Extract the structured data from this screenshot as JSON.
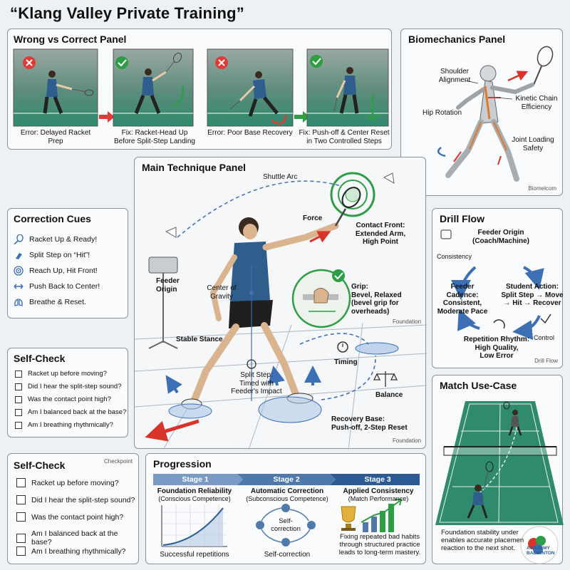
{
  "title": "“Klang Valley Private Training”",
  "wrong_correct": {
    "title": "Wrong vs Correct Panel",
    "captions": [
      "Error: Delayed Racket Prep",
      "Fix: Racket-Head Up\nBefore Split-Step Landing",
      "Error: Poor Base Recovery",
      "Fix: Push-off & Center Reset\nin Two Controlled Steps"
    ],
    "statuses": [
      "wrong",
      "correct",
      "wrong",
      "correct"
    ]
  },
  "biomechanics": {
    "title": "Biomechanics Panel",
    "labels": {
      "shoulder": "Shoulder\nAlignment",
      "kinetic": "Kinetic Chain\nEfficiency",
      "hip": "Hip Rotation",
      "joint": "Joint Loading\nSafety"
    },
    "watermark": "Biomelcom"
  },
  "main": {
    "title": "Main Technique Panel",
    "labels": {
      "shuttle_arc": "Shuttle Arc",
      "force": "Force",
      "contact": "Contact Front:\nExtended Arm,\nHigh Point",
      "feeder": "Feeder\nOrigin",
      "cog": "Center of\nGravity",
      "grip": "Grip:\nBevel, Relaxed\n(bevel grip for\noverheads)",
      "stable": "Stable Stance",
      "timing": "Timing",
      "split": "Split Step:\nTimed with\nFeeder's Impact",
      "balance": "Balance",
      "recovery": "Recovery Base:\nPush-off, 2-Step Reset"
    },
    "tag_foundation_1": "Foundation",
    "tag_foundation_2": "Foundation"
  },
  "cues": {
    "title": "Correction Cues",
    "items": [
      {
        "icon": "racket-icon",
        "text": "Racket Up & Ready!"
      },
      {
        "icon": "footprint-icon",
        "text": "Split Step on “Hit”!"
      },
      {
        "icon": "target-icon",
        "text": "Reach Up, Hit Front!"
      },
      {
        "icon": "double-arrow-icon",
        "text": "Push Back to Center!"
      },
      {
        "icon": "lungs-icon",
        "text": "Breathe & Reset."
      }
    ]
  },
  "selfcheck1": {
    "title": "Self-Check",
    "items": [
      "Racket up before moving?",
      "Did I hear the split-step sound?",
      "Was the contact point high?",
      "Am I balanced back at the base?",
      "Am I breathing rhythmically?"
    ]
  },
  "selfcheck2": {
    "title": "Self-Check",
    "tag": "Checkpoint",
    "items": [
      "Racket up before moving?",
      "Did I hear the split-step sound?",
      "Was the contact point high?",
      "Am I balanced back at the base?",
      "Am I breathing rhythmically?"
    ]
  },
  "drill": {
    "title": "Drill Flow",
    "origin": "Feeder Origin\n(Coach/Machine)",
    "consistency": "Consistency",
    "cadence": "Feeder Cadence:\nConsistent,\nModerate Pace",
    "action": "Student Action:\nSplit Step → Move\n→ Hit → Recover",
    "rhythm": "Repetition Rhythm:\nHigh Quality,\nLow Error",
    "control": "Control",
    "tag": "Drill Flow"
  },
  "match": {
    "title": "Match Use-Case",
    "caption": "Foundation stability under\nenables accurate placemen\nreaction to the next shot.",
    "logo_text": "ACADEMY\nBADMINTON"
  },
  "progression": {
    "title": "Progression",
    "stages": [
      {
        "label": "Stage 1",
        "heading": "Foundation Reliability",
        "sub": "(Conscious Competence)",
        "footer": "Successful repetitions"
      },
      {
        "label": "Stage 2",
        "heading": "Automatic Correction",
        "sub": "(Subconscious Competence)",
        "footer": "Self-correction",
        "center": "Self-\ncorrection"
      },
      {
        "label": "Stage 3",
        "heading": "Applied Consistency",
        "sub": "(Match Performance)",
        "footer": "Fixing repeated bad habits\nthrough structured practice\nleads to long-term mastery."
      }
    ]
  },
  "colors": {
    "wrong": "#e53935",
    "correct": "#2e9e44",
    "court": "#2f8a6e",
    "stage1": "#7a9cc4",
    "stage2": "#4f79ab",
    "stage3": "#2d5a92",
    "accent_blue": "#3d6fb5"
  }
}
